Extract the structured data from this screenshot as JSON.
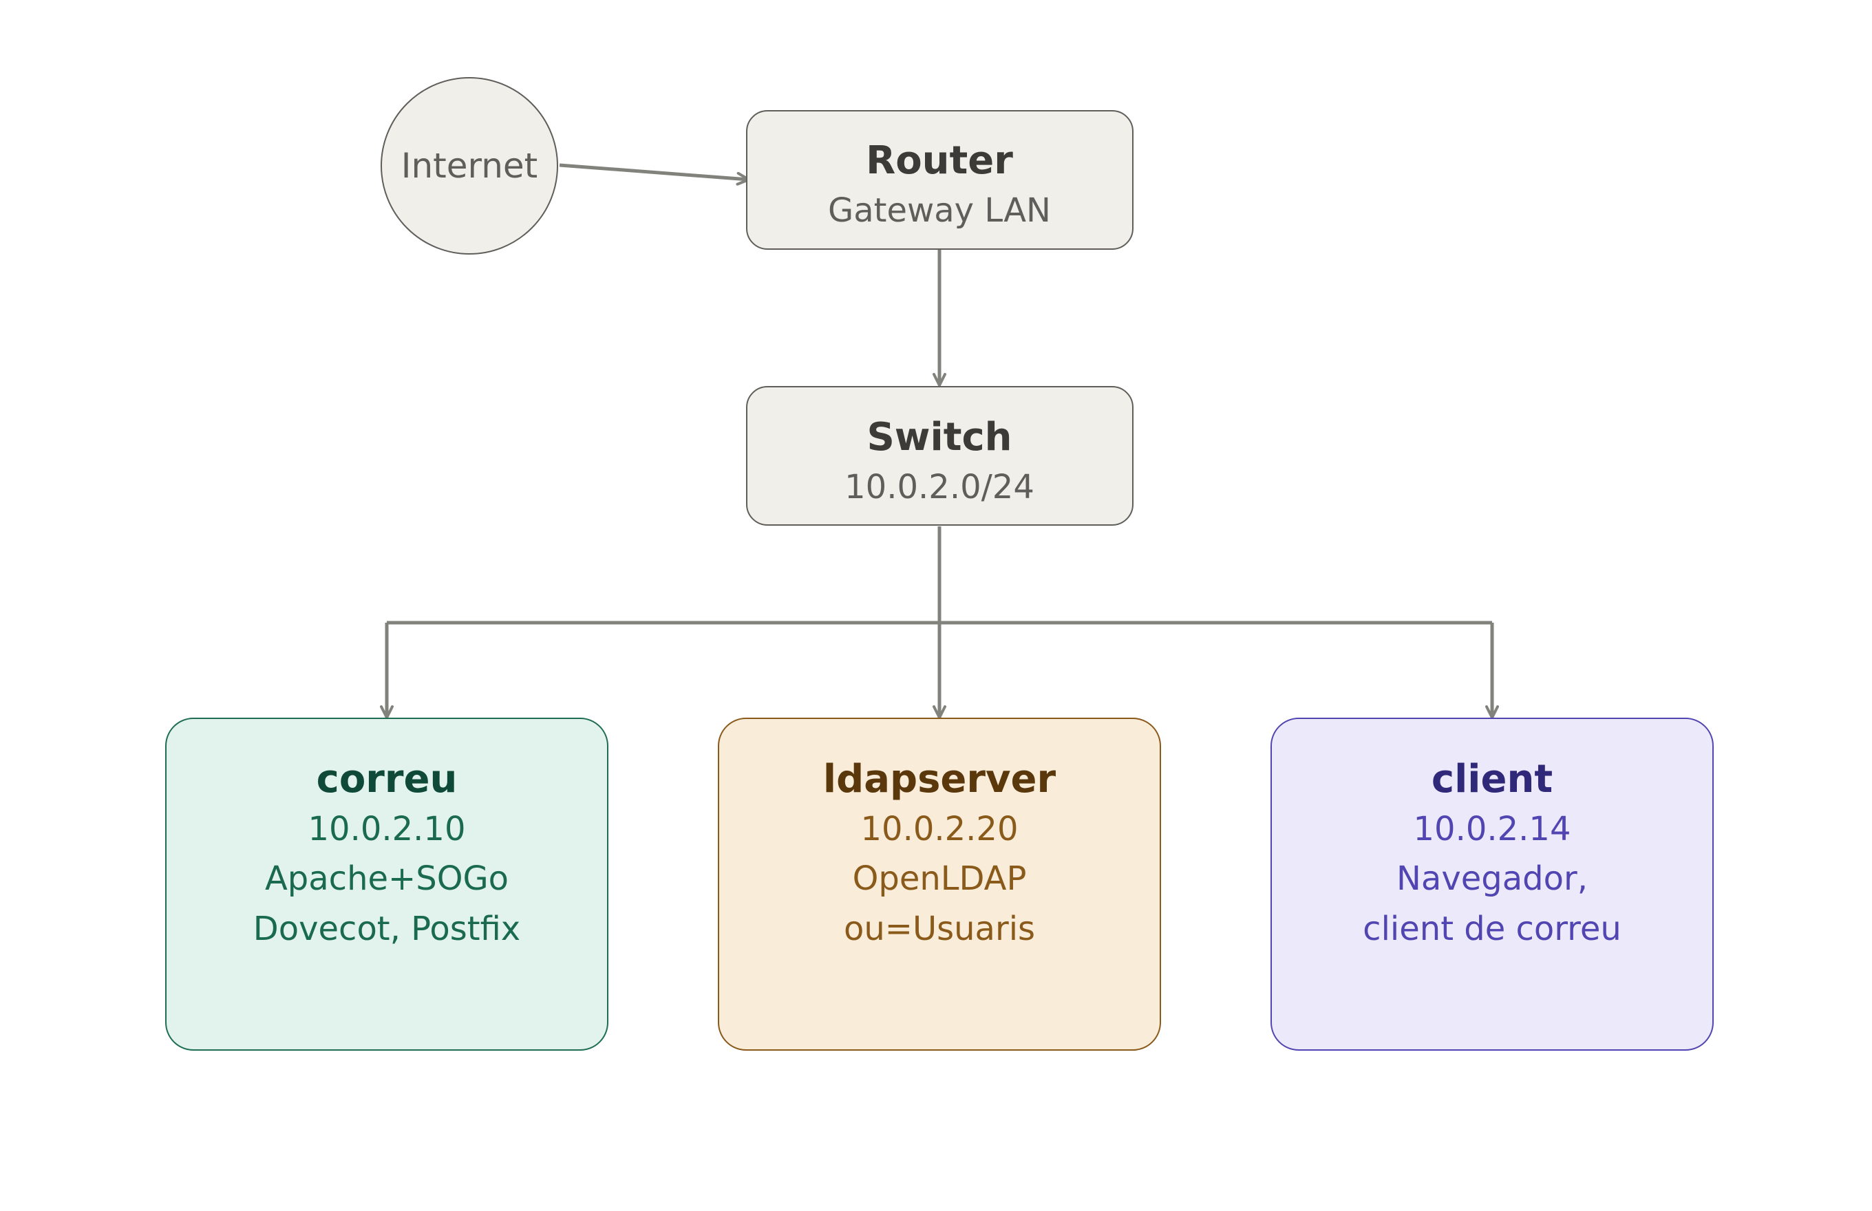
{
  "diagram": {
    "internet": {
      "label": "Internet"
    },
    "router": {
      "title": "Router",
      "subtitle": "Gateway LAN"
    },
    "switch": {
      "title": "Switch",
      "subtitle": "10.0.2.0/24"
    },
    "hosts": [
      {
        "name": "correu",
        "lines": [
          "10.0.2.10",
          "Apache+SOGo",
          "Dovecot, Postfix"
        ],
        "colors": {
          "fill": "#e1f3ec",
          "stroke": "#1f6e54",
          "title": "#0e4a37",
          "text": "#1a6a50"
        }
      },
      {
        "name": "ldapserver",
        "lines": [
          "10.0.2.20",
          "OpenLDAP",
          "ou=Usuaris"
        ],
        "colors": {
          "fill": "#f9ecd9",
          "stroke": "#8a5a1a",
          "title": "#5a380c",
          "text": "#8a5a1a"
        }
      },
      {
        "name": "client",
        "lines": [
          "10.0.2.14",
          "Navegador,",
          "client de correu"
        ],
        "colors": {
          "fill": "#eceafa",
          "stroke": "#5145b2",
          "title": "#302878",
          "text": "#5145b2"
        }
      }
    ],
    "colors": {
      "neutral_fill": "#f1efe9",
      "neutral_stroke": "#5f5e5a",
      "neutral_title": "#3c3b37",
      "neutral_text": "#5f5e5a",
      "connector": "#82827c"
    }
  }
}
